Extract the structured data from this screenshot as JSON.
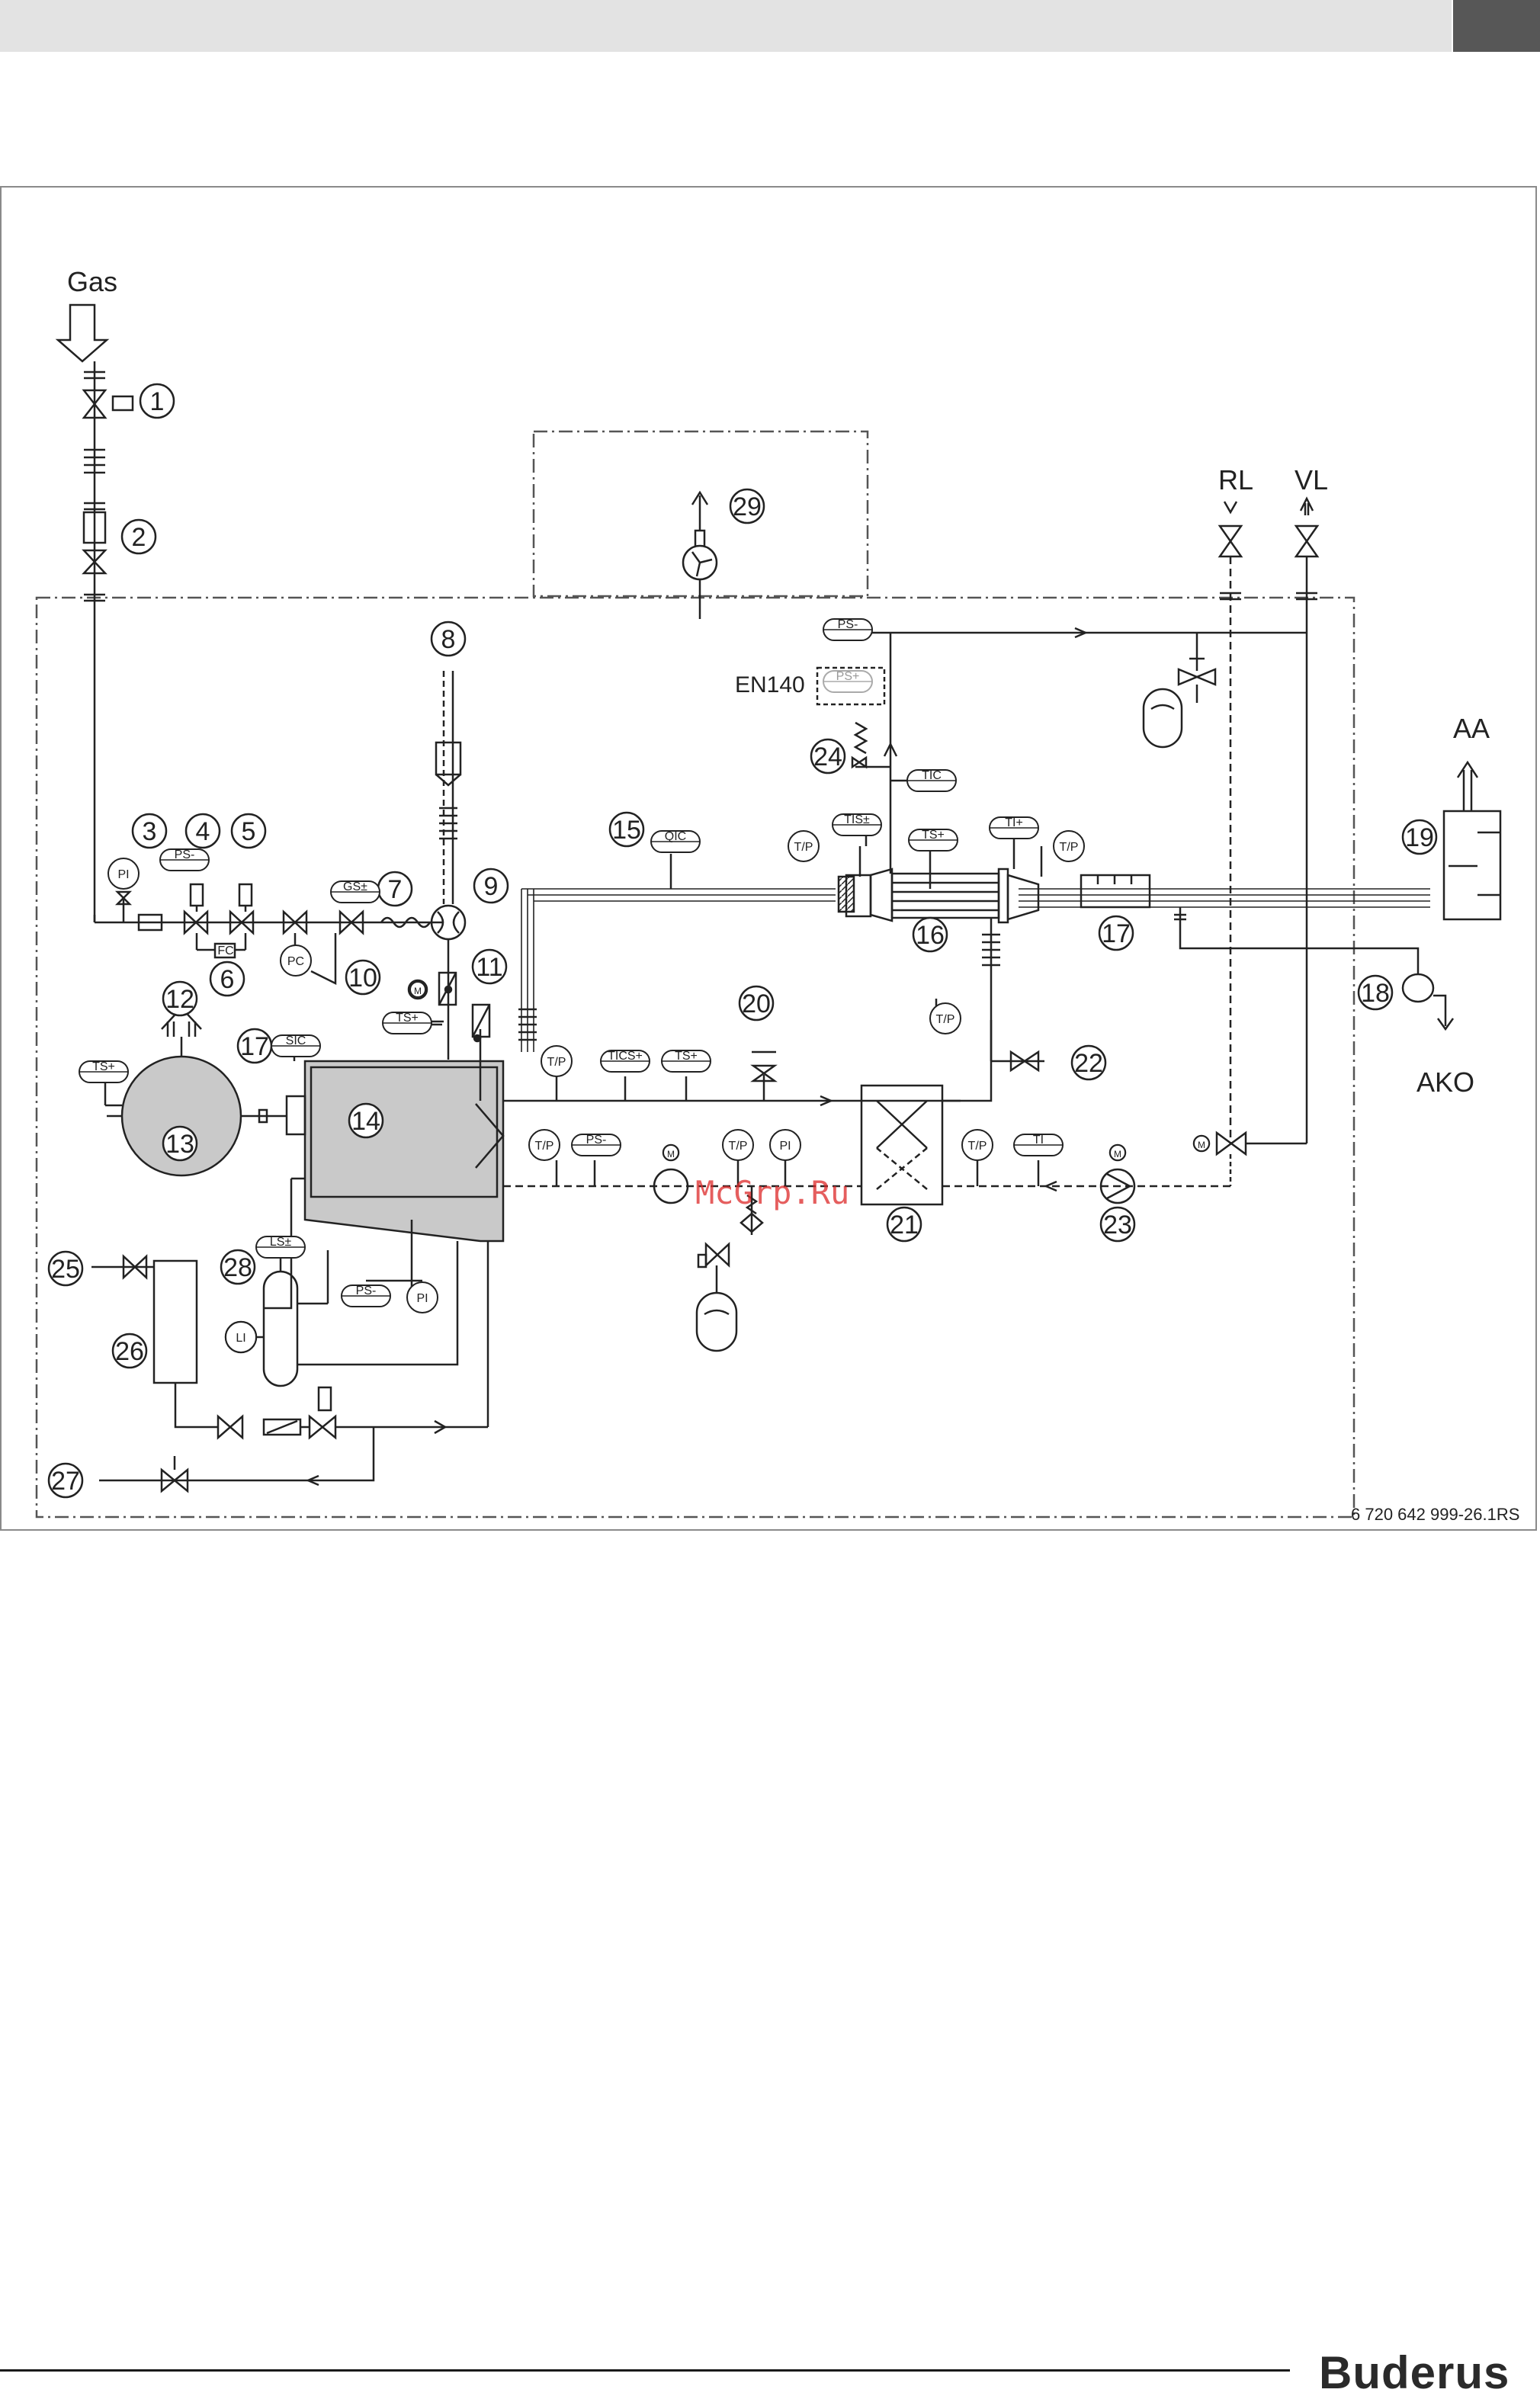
{
  "brand": "Buderus",
  "figure_ref": "6 720 642 999-26.1RS",
  "watermark": "McGrp.Ru",
  "labels": {
    "gas": "Gas",
    "rl": "RL",
    "vl": "VL",
    "aa": "AA",
    "ako": "AKO",
    "en140": "EN140"
  },
  "numbers": [
    "1",
    "2",
    "3",
    "4",
    "5",
    "6",
    "7",
    "8",
    "9",
    "10",
    "11",
    "12",
    "13",
    "14",
    "15",
    "16",
    "17",
    "17",
    "18",
    "19",
    "20",
    "21",
    "22",
    "23",
    "24",
    "25",
    "26",
    "27",
    "28",
    "29"
  ],
  "instruments": {
    "pi": "PI",
    "ps_minus": "PS-",
    "ps_plus": "PS+",
    "fc": "FC",
    "pc": "PC",
    "gs": "GS±",
    "m": "M",
    "ts_plus": "TS+",
    "sic": "SIC",
    "qic": "QIC",
    "tp": "T/P",
    "tis": "TIS±",
    "tic": "TIC",
    "ti_plus": "TI+",
    "tics": "TICS+",
    "ti": "TI",
    "li": "LI",
    "ls": "LS±"
  },
  "colors": {
    "line": "#222222",
    "frame": "#8a8a8a",
    "vessel_fill": "#c9c9c9"
  }
}
